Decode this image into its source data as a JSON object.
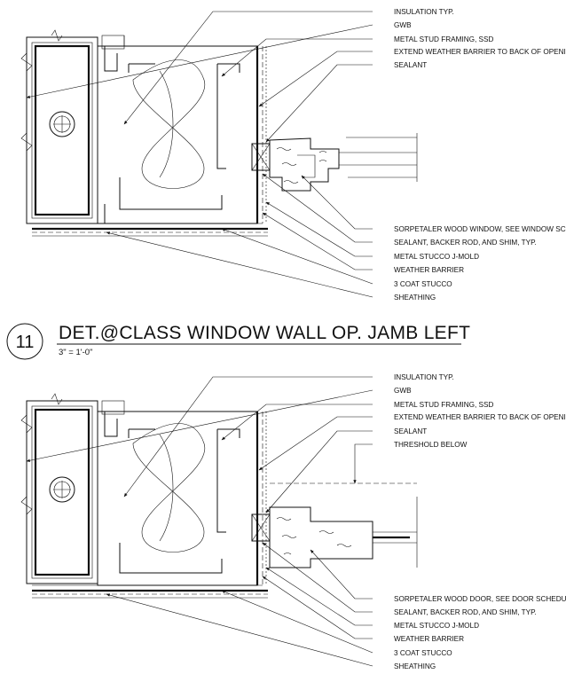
{
  "top_detail": {
    "callouts_upper": [
      "INSULATION TYP.",
      "GWB",
      "METAL STUD FRAMING, SSD",
      "EXTEND WEATHER BARRIER TO BACK OF OPENING",
      "SEALANT"
    ],
    "callouts_lower": [
      "SORPETALER WOOD WINDOW, SEE WINDOW SCHEDULE",
      "SEALANT, BACKER ROD, AND SHIM, TYP.",
      "METAL STUCCO J-MOLD",
      "WEATHER BARRIER",
      "3 COAT STUCCO",
      "SHEATHING"
    ]
  },
  "title_block": {
    "detail_number": "11",
    "title": "DET.@CLASS  WINDOW WALL OP. JAMB LEFT",
    "scale": "3\" = 1'-0\""
  },
  "bottom_detail": {
    "callouts_upper": [
      "INSULATION TYP.",
      "GWB",
      "METAL STUD FRAMING, SSD",
      "EXTEND WEATHER BARRIER TO BACK OF OPENING",
      "SEALANT",
      "THRESHOLD BELOW"
    ],
    "callouts_lower": [
      "SORPETALER WOOD DOOR, SEE DOOR SCHEDULE",
      "SEALANT, BACKER ROD, AND SHIM, TYP.",
      "METAL STUCCO J-MOLD",
      "WEATHER BARRIER",
      "3 COAT STUCCO",
      "SHEATHING"
    ]
  }
}
